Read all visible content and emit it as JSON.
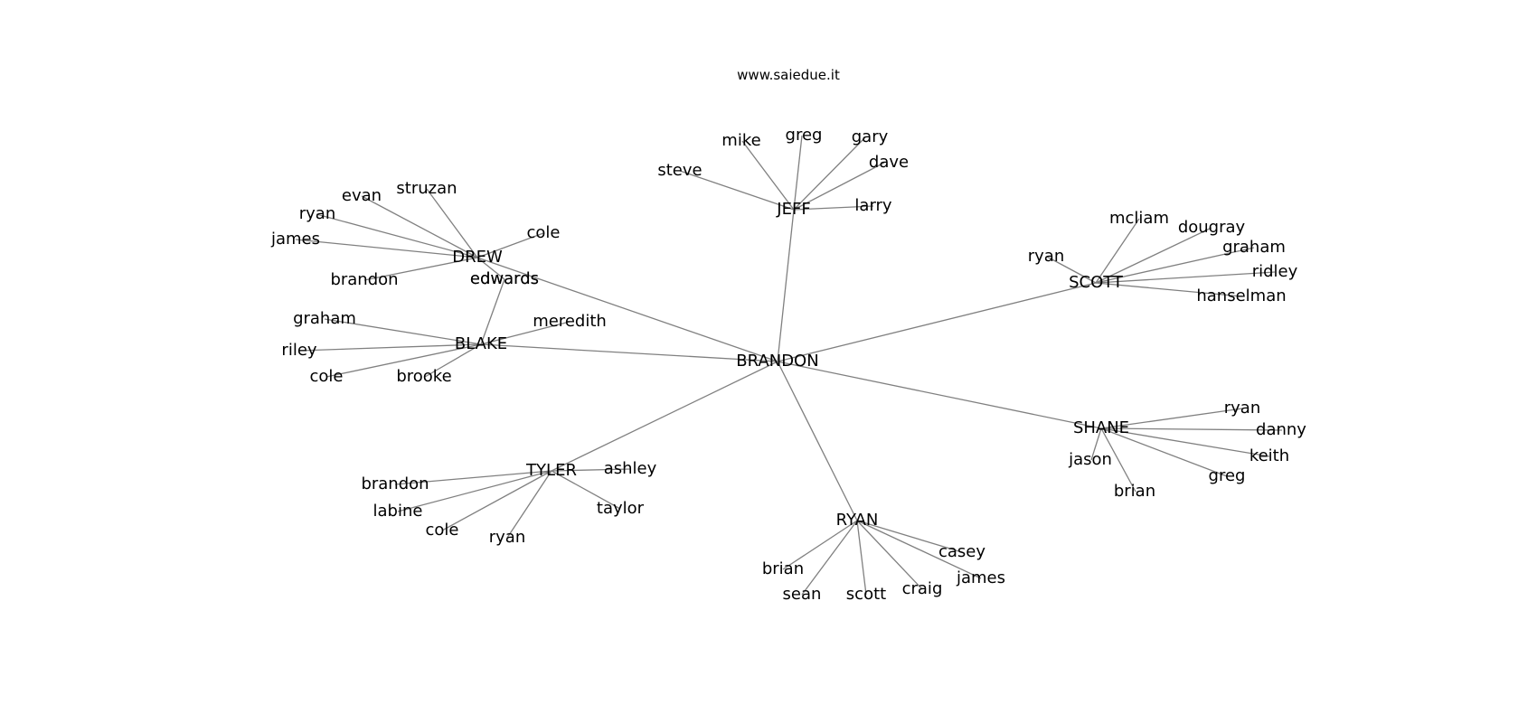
{
  "page": {
    "title": "www.saiedue.it"
  },
  "graph": {
    "center": "BRANDON",
    "hubs": [
      {
        "id": "JEFF",
        "label": "JEFF",
        "leaves": [
          "steve",
          "mike",
          "greg",
          "gary",
          "dave",
          "larry"
        ]
      },
      {
        "id": "DREW",
        "label": "DREW",
        "leaves": [
          "evan",
          "struzan",
          "ryan",
          "james",
          "brandon",
          "cole",
          "edwards"
        ]
      },
      {
        "id": "BLAKE",
        "label": "BLAKE",
        "leaves": [
          "edwards",
          "graham",
          "meredith",
          "riley",
          "cole",
          "brooke"
        ]
      },
      {
        "id": "SCOTT",
        "label": "SCOTT",
        "leaves": [
          "mcliam",
          "dougray",
          "ryan",
          "graham",
          "ridley",
          "hanselman"
        ]
      },
      {
        "id": "SHANE",
        "label": "SHANE",
        "leaves": [
          "ryan",
          "danny",
          "jason",
          "keith",
          "greg",
          "brian"
        ]
      },
      {
        "id": "TYLER",
        "label": "TYLER",
        "leaves": [
          "ashley",
          "brandon",
          "labine",
          "taylor",
          "cole",
          "ryan"
        ]
      },
      {
        "id": "RYAN",
        "label": "RYAN",
        "leaves": [
          "casey",
          "brian",
          "james",
          "sean",
          "scott",
          "craig"
        ]
      }
    ]
  }
}
